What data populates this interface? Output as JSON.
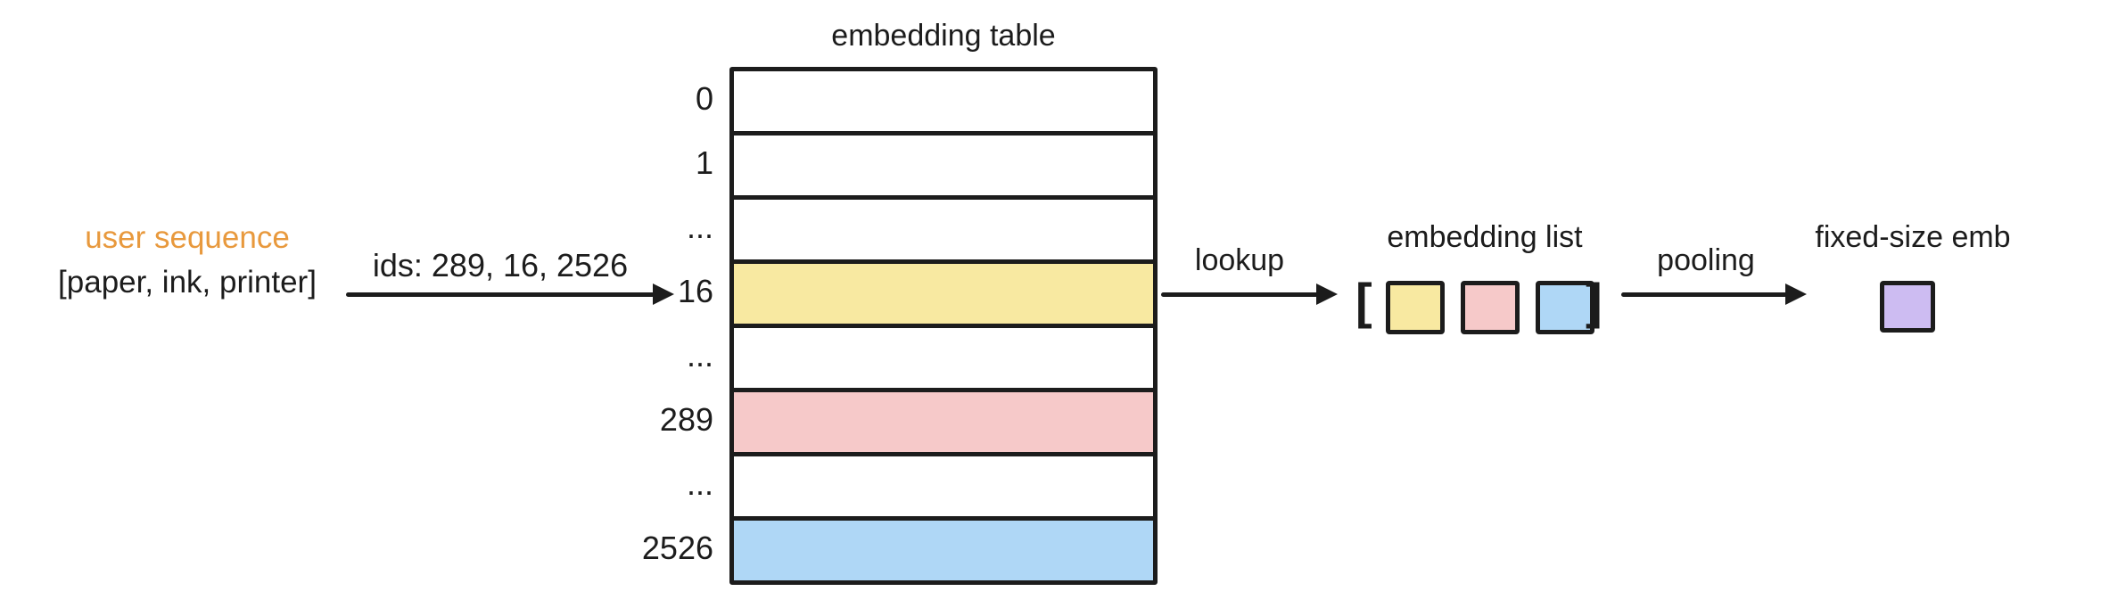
{
  "colors": {
    "ink": "#1c1c1c",
    "orange": "#E8993D",
    "yellow": "#F8E9A1",
    "pink": "#F6C9C9",
    "blue": "#AFD7F6",
    "purple": "#CDBCF2",
    "white": "#ffffff"
  },
  "user_sequence": {
    "title": "user sequence",
    "items": "[paper, ink, printer]"
  },
  "ids_arrow": {
    "label": "ids: 289, 16, 2526"
  },
  "embedding_table": {
    "title": "embedding table",
    "rows": [
      {
        "label": "0",
        "fill": "#ffffff"
      },
      {
        "label": "1",
        "fill": "#ffffff"
      },
      {
        "label": "...",
        "fill": "#ffffff"
      },
      {
        "label": "16",
        "fill": "#F8E9A1"
      },
      {
        "label": "...",
        "fill": "#ffffff"
      },
      {
        "label": "289",
        "fill": "#F6C9C9"
      },
      {
        "label": "...",
        "fill": "#ffffff"
      },
      {
        "label": "2526",
        "fill": "#AFD7F6"
      }
    ]
  },
  "lookup_arrow": {
    "label": "lookup"
  },
  "embedding_list": {
    "title": "embedding list",
    "open_bracket": "[",
    "close_bracket": "]",
    "boxes": [
      {
        "name": "embedding-box-16",
        "fill": "#F8E9A1"
      },
      {
        "name": "embedding-box-289",
        "fill": "#F6C9C9"
      },
      {
        "name": "embedding-box-2526",
        "fill": "#AFD7F6"
      }
    ]
  },
  "pooling_arrow": {
    "label": "pooling"
  },
  "fixed_size_emb": {
    "title": "fixed-size emb",
    "fill": "#CDBCF2"
  }
}
